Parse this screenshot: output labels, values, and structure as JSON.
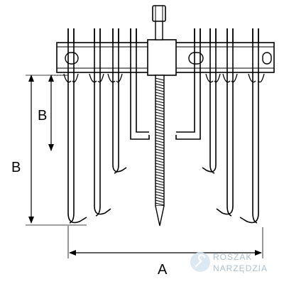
{
  "labels": {
    "dim_b_inner": "B",
    "dim_b_outer": "B",
    "dim_a": "A"
  },
  "watermark": {
    "line1": "ROSZAK",
    "line2": "NARZĘDZIA",
    "icon": "wrench-badge-icon"
  },
  "colors": {
    "stroke": "#000000",
    "watermark": "#9fb7c9"
  }
}
